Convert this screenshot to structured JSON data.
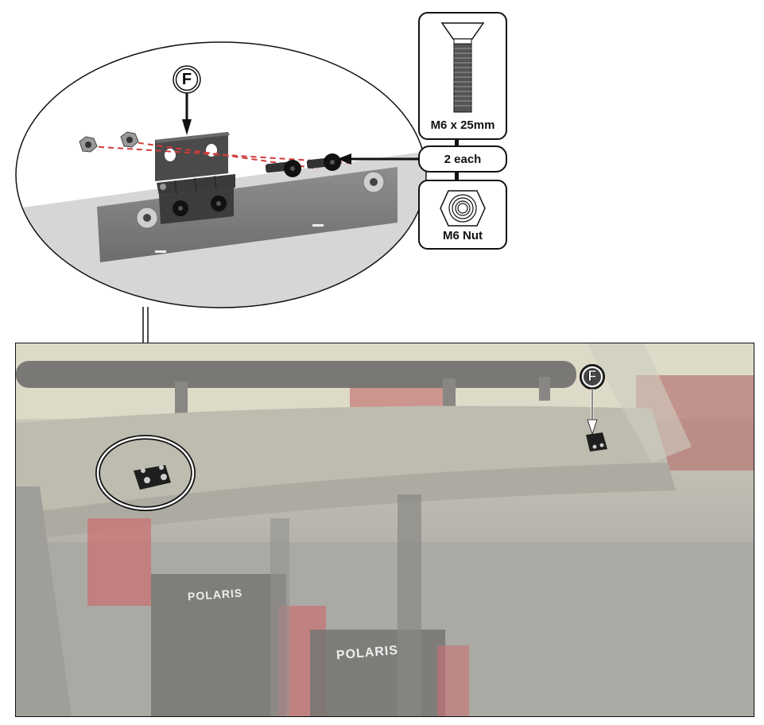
{
  "figure": {
    "detail_callout": {
      "reference_letter": "F"
    },
    "hardware": {
      "bolt_label": "M6 x 25mm",
      "quantity_label": "2 each",
      "nut_label": "M6 Nut"
    },
    "photo": {
      "reference_letter": "F",
      "seat_logo_left": "POLARIS",
      "seat_logo_right": "POLARIS"
    },
    "colors": {
      "outline": "#111111",
      "alignment_line": "#d23a3a",
      "seat_red": "#b8343b",
      "hinge": "#3a3a3a"
    }
  }
}
